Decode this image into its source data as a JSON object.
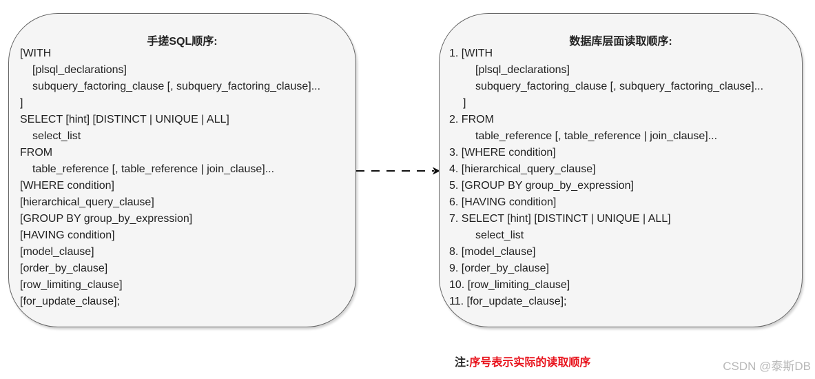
{
  "left_box": {
    "title": "手搓SQL顺序:",
    "lines": [
      "[WITH",
      "[plsql_declarations]",
      "subquery_factoring_clause [, subquery_factoring_clause]...",
      "]",
      "SELECT [hint] [DISTINCT | UNIQUE | ALL]",
      "select_list",
      "FROM",
      "table_reference [, table_reference | join_clause]...",
      "[WHERE condition]",
      "[hierarchical_query_clause]",
      "[GROUP BY group_by_expression]",
      "[HAVING condition]",
      "[model_clause]",
      "[order_by_clause]",
      "[row_limiting_clause]",
      "[for_update_clause];"
    ]
  },
  "right_box": {
    "title": "数据库层面读取顺序:",
    "lines": [
      "1.  [WITH",
      "[plsql_declarations]",
      "subquery_factoring_clause [, subquery_factoring_clause]...",
      "]",
      "2.  FROM",
      "table_reference [, table_reference | join_clause]...",
      "3.  [WHERE condition]",
      "4.  [hierarchical_query_clause]",
      "5.  [GROUP BY group_by_expression]",
      "6.  [HAVING condition]",
      "7.  SELECT [hint] [DISTINCT | UNIQUE | ALL]",
      "select_list",
      "8.  [model_clause]",
      "9.  [order_by_clause]",
      "10. [row_limiting_clause]",
      "11. [for_update_clause];"
    ]
  },
  "note": {
    "label": "注:",
    "text": "序号表示实际的读取顺序"
  },
  "watermark": "CSDN @泰斯DB",
  "colors": {
    "box_fill": "#f5f5f5",
    "box_border": "#666666",
    "note_text": "#e8121b",
    "arrow": "#111111"
  },
  "icons": {
    "connector": "dashed-arrow-right"
  }
}
